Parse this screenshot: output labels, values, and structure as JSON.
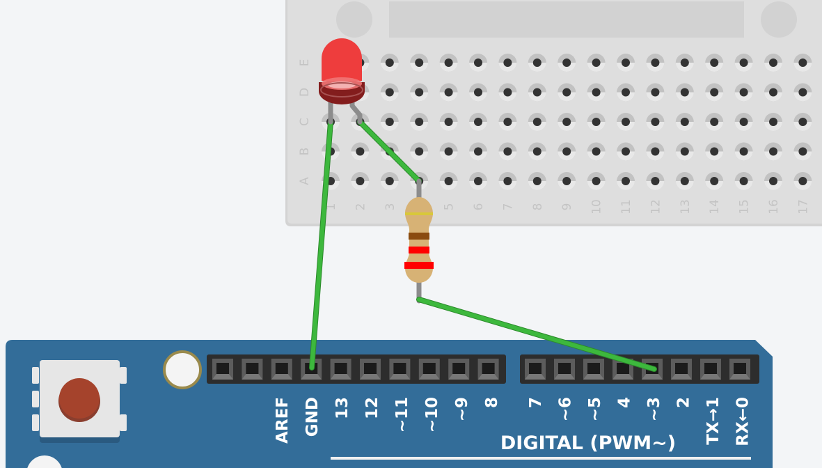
{
  "colors": {
    "canvas": "#f3f5f7",
    "breadboard": "#dedede",
    "board": "#336d99",
    "header": "#2d2d2d",
    "wire": "#3db83d",
    "led": "#ee3d3d",
    "led_base": "#831d1d",
    "resistor": "#d7b275",
    "lead": "#8c8c8c"
  },
  "breadboard": {
    "rows": [
      "E",
      "D",
      "C",
      "B",
      "A"
    ],
    "columns": [
      "1",
      "2",
      "3",
      "4",
      "5",
      "6",
      "7",
      "8",
      "9",
      "10",
      "11",
      "12",
      "13",
      "14",
      "15",
      "16",
      "17"
    ]
  },
  "resistor": {
    "bands": [
      "#d8c83a",
      "#8a4b0f",
      "#ff0000",
      "#ff0000"
    ]
  },
  "arduino": {
    "left_header_pins": [
      "AREF",
      "GND",
      "13",
      "12",
      "~11",
      "~10",
      "~9",
      "8"
    ],
    "left_header_count": 10,
    "right_header_pins": [
      "7",
      "~6",
      "~5",
      "4",
      "~3",
      "2",
      "TX→1",
      "RX←0"
    ],
    "digital_label": "DIGITAL (PWM~)"
  }
}
